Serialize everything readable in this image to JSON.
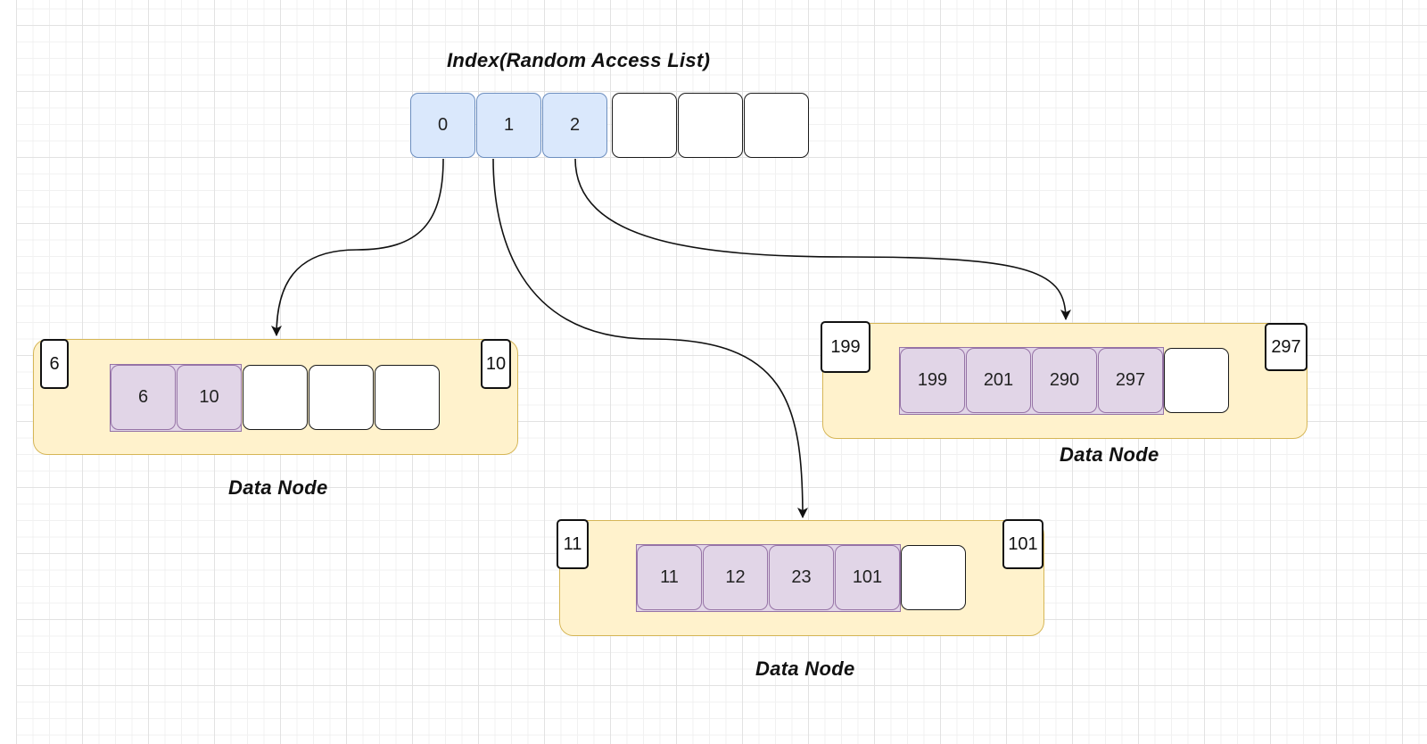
{
  "index": {
    "title": "Index(Random Access List)",
    "slots": [
      "0",
      "1",
      "2",
      "",
      "",
      ""
    ]
  },
  "nodes": [
    {
      "min": "6",
      "max": "10",
      "cells": [
        "6",
        "10",
        "",
        "",
        ""
      ],
      "label": "Data Node"
    },
    {
      "min": "11",
      "max": "101",
      "cells": [
        "11",
        "12",
        "23",
        "101",
        ""
      ],
      "label": "Data Node"
    },
    {
      "min": "199",
      "max": "297",
      "cells": [
        "199",
        "201",
        "290",
        "297",
        ""
      ],
      "label": "Data Node"
    }
  ],
  "colors": {
    "index_fill": "#dae8fc",
    "index_stroke": "#6c8ebf",
    "data_fill": "#e1d5e7",
    "data_stroke": "#9673a6",
    "node_fill": "#fff2cc",
    "node_stroke": "#d6b656"
  }
}
